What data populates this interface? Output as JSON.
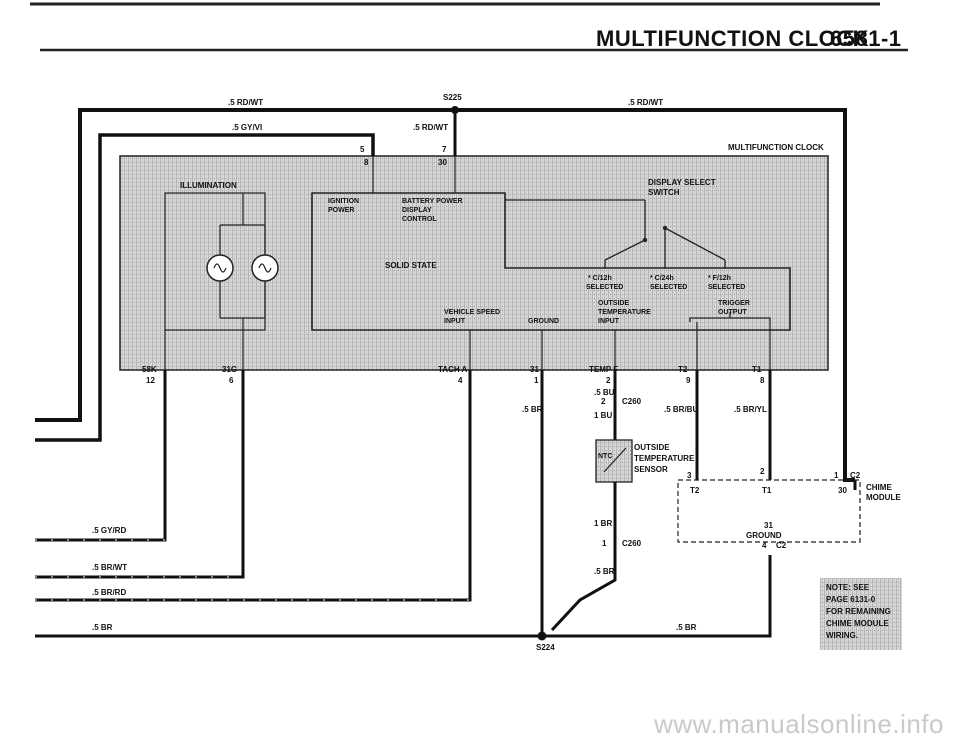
{
  "header": {
    "title": "MULTIFUNCTION CLOCK",
    "page": "6581-1"
  },
  "watermark": "www.manualsonline.info",
  "colors": {
    "stipple": "#c8c8c8",
    "ink": "#111111"
  },
  "wires": {
    "rd_wt_left": ".5 RD/WT",
    "rd_wt_right": ".5 RD/WT",
    "rd_wt_mid": ".5 RD/WT",
    "gy_vi": ".5 GY/VI",
    "gy_rd": ".5 GY/RD",
    "br_wt": ".5 BR/WT",
    "br_rd": ".5 BR/RD",
    "br_bottom_left": ".5 BR",
    "br_bottom_right": ".5 BR",
    "br_tach": ".5 BR",
    "bu_half": ".5 BU",
    "bu_one": "1 BU",
    "br_one": "1 BR",
    "br_half_temp": ".5 BR",
    "br_bu": ".5 BR/BU",
    "br_yl": ".5 BR/YL"
  },
  "splices": {
    "top": "S225",
    "bottom": "S224"
  },
  "connectors": {
    "c260_upper": "C260",
    "c260_lower": "C260",
    "c2_top": "C2",
    "c2_bottom": "C2"
  },
  "clock": {
    "name": "MULTIFUNCTION CLOCK",
    "illumination": "ILLUMINATION",
    "solid_state": "SOLID STATE",
    "ignition": [
      "IGNITION",
      "POWER"
    ],
    "battery": [
      "BATTERY POWER",
      "DISPLAY",
      "CONTROL"
    ],
    "display_select": [
      "DISPLAY SELECT",
      "SWITCH"
    ],
    "c12": [
      "* C/12h",
      "SELECTED"
    ],
    "c24": [
      "* C/24h",
      "SELECTED"
    ],
    "f12": [
      "* F/12h",
      "SELECTED"
    ],
    "outside_temp": [
      "OUTSIDE",
      "TEMPERATURE",
      "INPUT"
    ],
    "trigger": [
      "TRIGGER",
      "OUTPUT"
    ],
    "vehicle_speed": [
      "VEHICLE SPEED",
      "INPUT"
    ],
    "ground": "GROUND"
  },
  "pins": {
    "top_5": "5",
    "top_8": "8",
    "top_7": "7",
    "top_30": "30",
    "58k": "58K",
    "12": "12",
    "31g": "31G",
    "6": "6",
    "tach_a": "TACH A",
    "4": "4",
    "31": "31",
    "1": "1",
    "temp_f": "TEMP F",
    "2": "2",
    "t2": "T2",
    "9": "9",
    "t1": "T1",
    "8": "8",
    "c260_2": "2",
    "c260_1": "1",
    "chime_3": "3",
    "chime_2": "2",
    "chime_1": "1",
    "chime_t2": "T2",
    "chime_t1": "T1",
    "chime_30": "30",
    "chime_31": "31",
    "chime_gnd": "GROUND",
    "chime_4": "4"
  },
  "sensor": {
    "ntc": "NTC",
    "name": [
      "OUTSIDE",
      "TEMPERATURE",
      "SENSOR"
    ]
  },
  "chime": [
    "CHIME",
    "MODULE"
  ],
  "note": [
    "NOTE: SEE",
    "PAGE 6131-0",
    "FOR REMAINING",
    "CHIME MODULE",
    "WIRING."
  ]
}
